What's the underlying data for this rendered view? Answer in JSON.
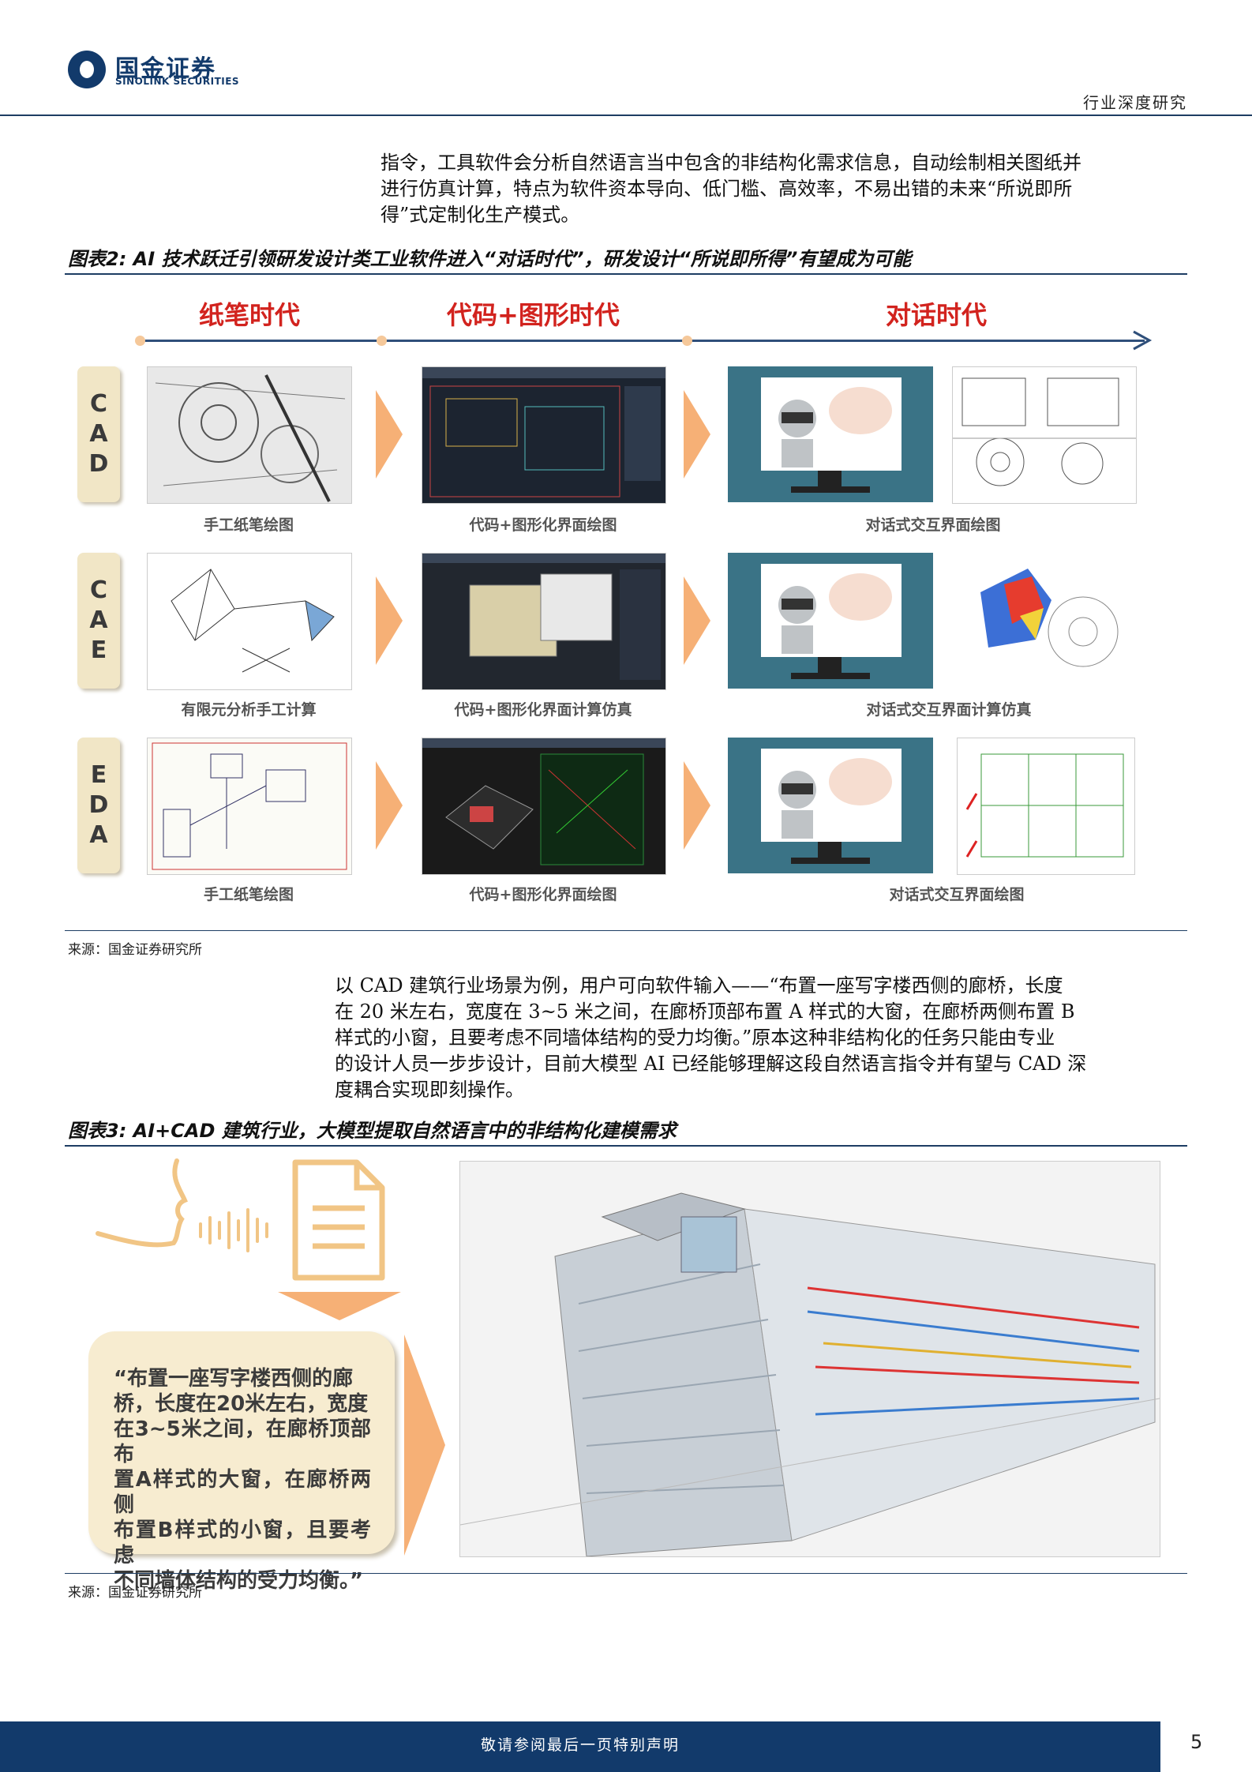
{
  "header": {
    "logo_cn": "国金证券",
    "logo_en": "SINOLINK SECURITIES",
    "report_type": "行业深度研究"
  },
  "intro_paragraph": [
    "指令，工具软件会分析自然语言当中包含的非结构化需求信息，自动绘制相关图纸并",
    "进行仿真计算，特点为软件资本导向、低门槛、高效率，不易出错的未来“所说即所",
    "得”式定制化生产模式。"
  ],
  "figure2": {
    "title": "图表2: AI 技术跃迁引领研发设计类工业软件进入“对话时代”，研发设计“所说即所得”有望成为可能",
    "eras": [
      "纸笔时代",
      "代码+图形时代",
      "对话时代"
    ],
    "rows": [
      {
        "tag": [
          "C",
          "A",
          "D"
        ],
        "captions": [
          "手工纸笔绘图",
          "代码+图形化界面绘图",
          "对话式交互界面绘图"
        ]
      },
      {
        "tag": [
          "C",
          "A",
          "E"
        ],
        "captions": [
          "有限元分析手工计算",
          "代码+图形化界面计算仿真",
          "对话式交互界面计算仿真"
        ]
      },
      {
        "tag": [
          "E",
          "D",
          "A"
        ],
        "captions": [
          "手工纸笔绘图",
          "代码+图形化界面绘图",
          "对话式交互界面绘图"
        ]
      }
    ],
    "source": "来源：国金证券研究所"
  },
  "body_paragraph": [
    "以 CAD 建筑行业场景为例，用户可向软件输入——“布置一座写字楼西侧的廊桥，长度",
    "在 20 米左右，宽度在 3~5 米之间，在廊桥顶部布置 A 样式的大窗，在廊桥两侧布置 B",
    "样式的小窗，且要考虑不同墙体结构的受力均衡。”原本这种非结构化的任务只能由专业",
    "的设计人员一步步设计，目前大模型 AI 已经能够理解这段自然语言指令并有望与 CAD 深",
    "度耦合实现即刻操作。"
  ],
  "figure3": {
    "title": "图表3: AI+CAD 建筑行业，大模型提取自然语言中的非结构化建模需求",
    "quote_lines": [
      "“布置一座写字楼西侧的廊",
      "桥，长度在20米左右，宽度",
      "在3~5米之间，在廊桥顶部布",
      "置A样式的大窗，在廊桥两侧",
      "布置B样式的小窗，且要考虑",
      "不同墙体结构的受力均衡。”"
    ],
    "source": "来源：国金证券研究所"
  },
  "footer": {
    "notice": "敬请参阅最后一页特别声明",
    "page_number": "5"
  }
}
